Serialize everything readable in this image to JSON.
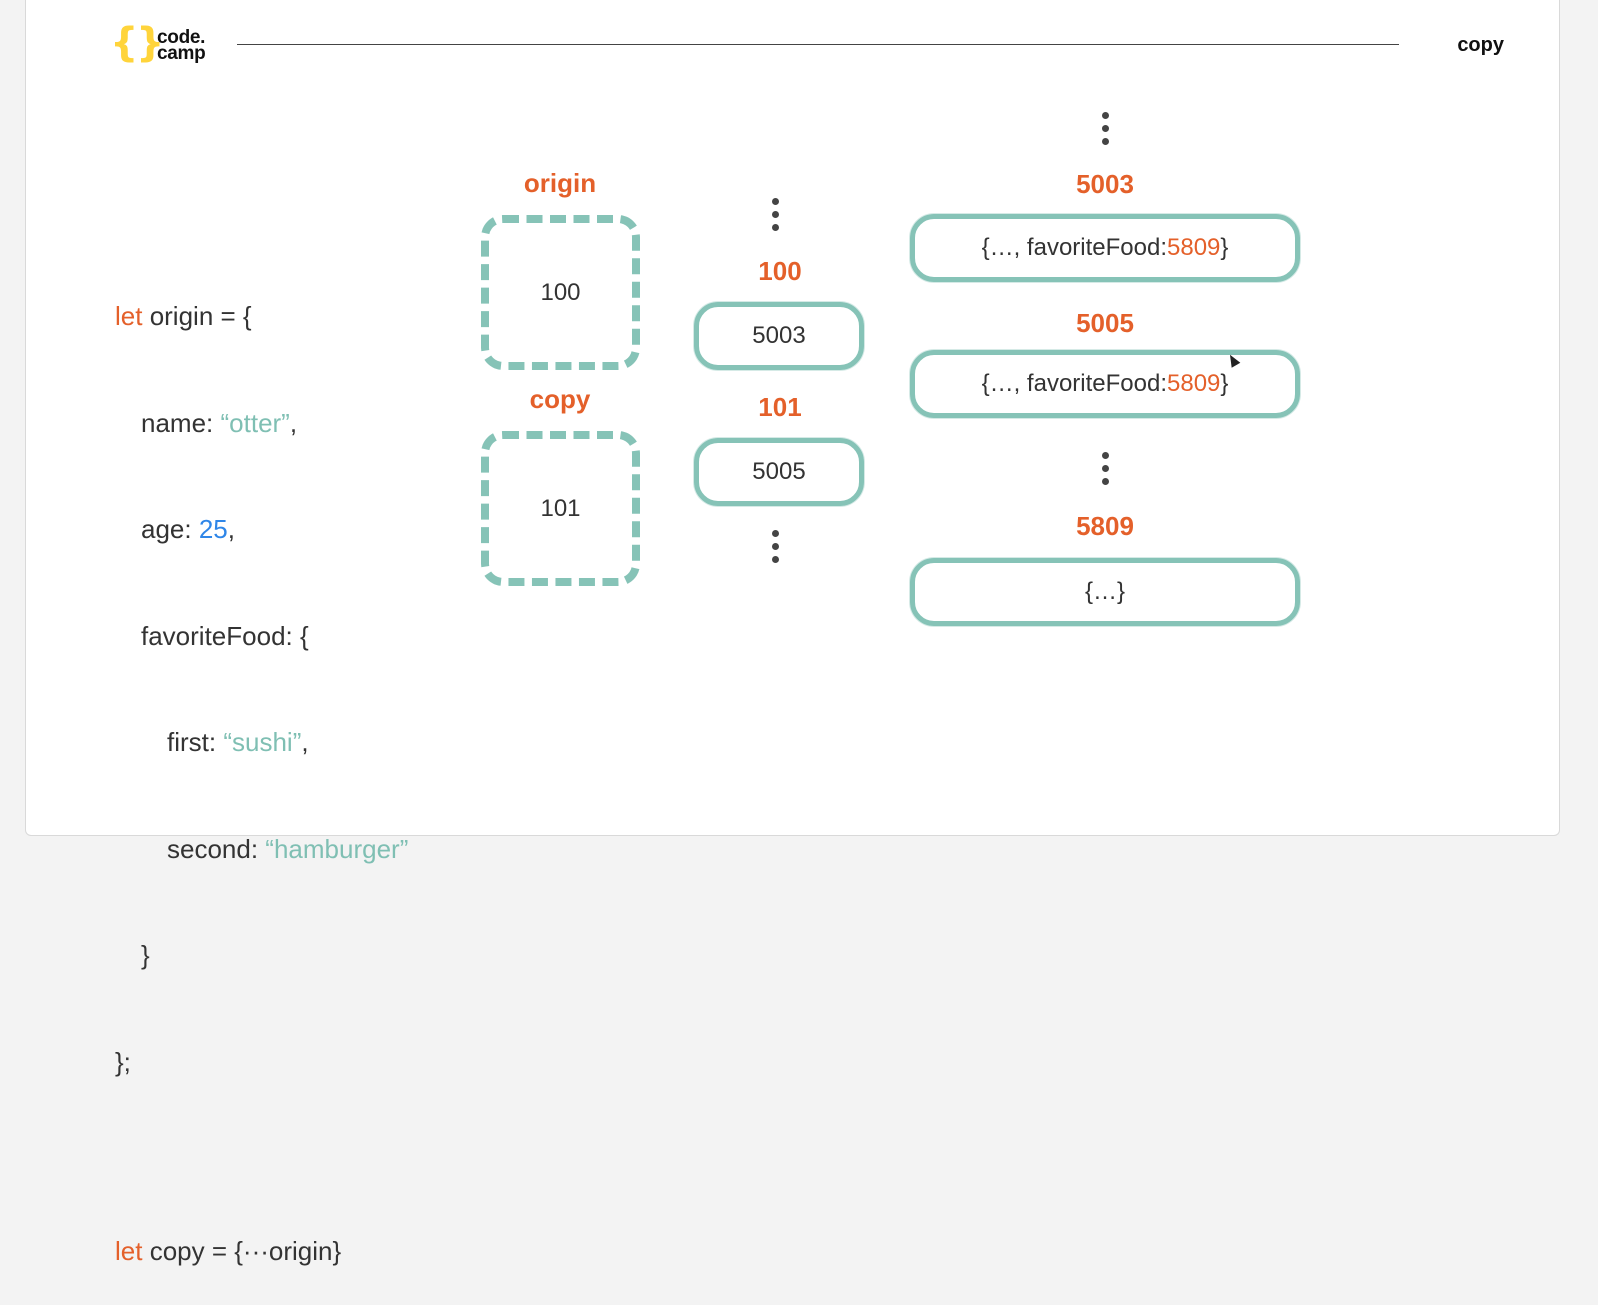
{
  "header": {
    "logo_line1": "code.",
    "logo_line2": "camp",
    "title": "copy"
  },
  "code": {
    "let": "let",
    "origin_decl": " origin = {",
    "name_key": "name: ",
    "name_val": "“otter”",
    "comma": ",",
    "age_key": "age: ",
    "age_val": "25",
    "fav_open": "favoriteFood: {",
    "first_key": "first: ",
    "first_val": "“sushi”",
    "second_key": "second: ",
    "second_val": "“hamburger”",
    "inner_close": "}",
    "outer_close": "};",
    "copy_decl": " copy = {···origin}"
  },
  "stack": {
    "vars": [
      {
        "label": "origin",
        "address": "100"
      },
      {
        "label": "copy",
        "address": "101"
      }
    ]
  },
  "memory": {
    "cells": [
      {
        "address": "100",
        "value": "5003"
      },
      {
        "address": "101",
        "value": "5005"
      }
    ]
  },
  "heap": {
    "objects": [
      {
        "address": "5003",
        "prefix": "{…, favoriteFood: ",
        "ref": "5809",
        "suffix": "}"
      },
      {
        "address": "5005",
        "prefix": "{…, favoriteFood: ",
        "ref": "5809",
        "suffix": "}"
      },
      {
        "address": "5809",
        "content": "{…}"
      }
    ]
  },
  "colors": {
    "accent": "#e4602a",
    "box": "#86c3b7",
    "string": "#7fbfb3",
    "number": "#2f86e8",
    "logo": "#ffd43b"
  }
}
